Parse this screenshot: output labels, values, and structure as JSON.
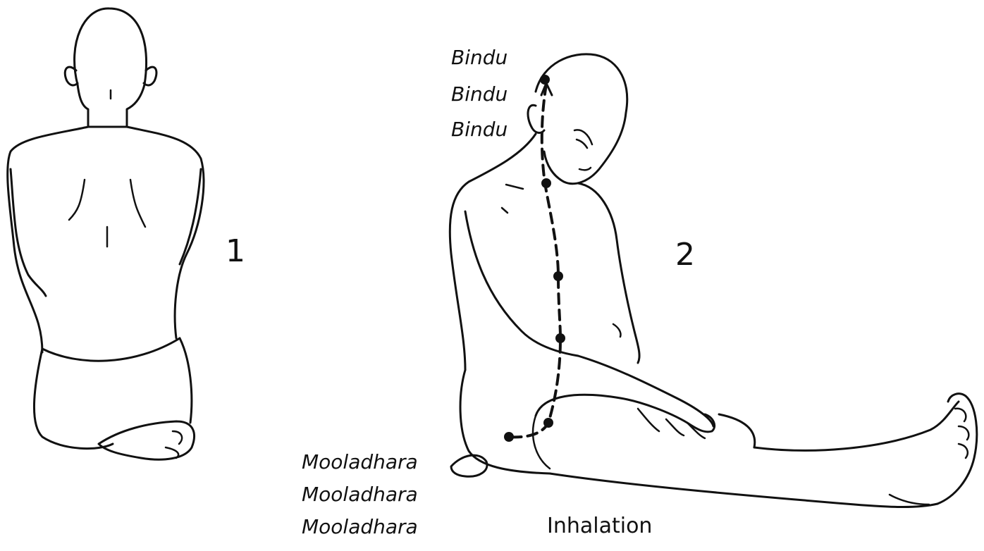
{
  "figure_1": {
    "number": "1"
  },
  "figure_2": {
    "number": "2",
    "top_labels": [
      "Bindu",
      "Bindu",
      "Bindu"
    ],
    "bottom_labels": [
      "Mooladhara",
      "Mooladhara",
      "Mooladhara"
    ],
    "caption": "Inhalation"
  },
  "icons": {
    "figure_1": "seated-figure-back-view",
    "figure_2": "seated-figure-forward-bend",
    "path": "dashed-energy-path-with-points"
  },
  "colors": {
    "ink": "#111111",
    "background": "#ffffff"
  }
}
